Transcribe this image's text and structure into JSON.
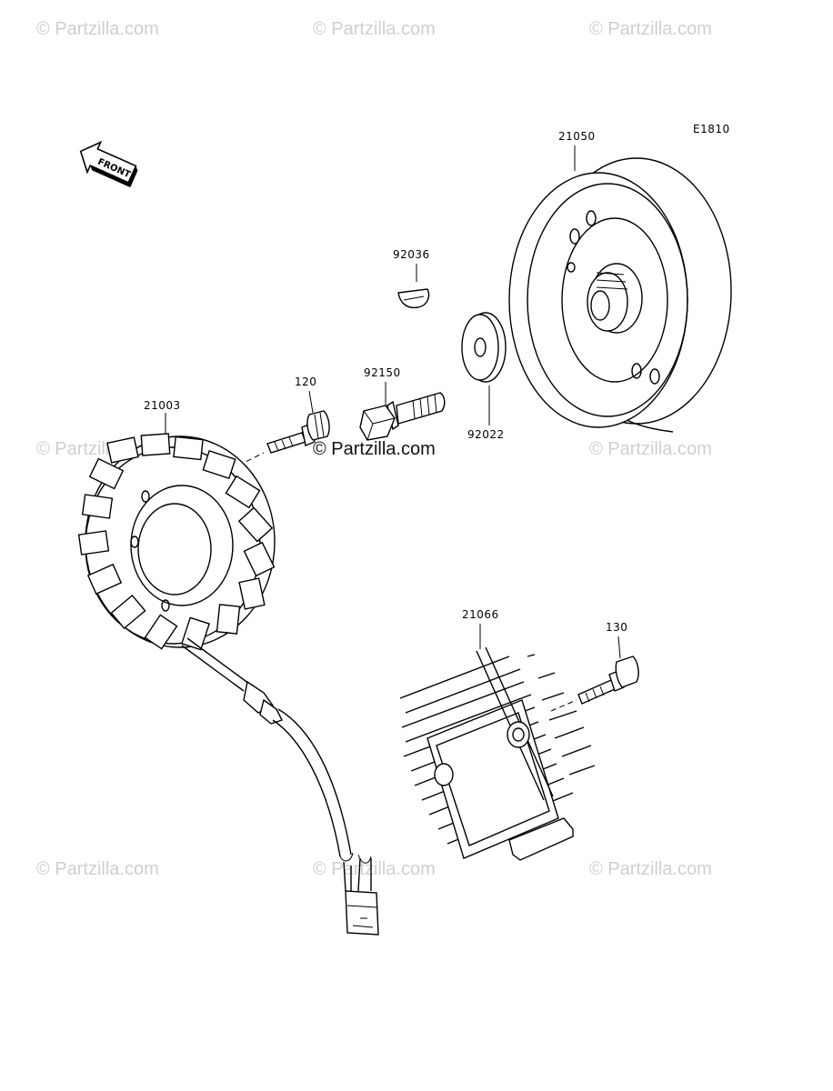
{
  "watermark": {
    "text": "© Partzilla.com",
    "center_text": "© Partzilla.com"
  },
  "diagram_code": "E1810",
  "front_arrow_label": "FRONT",
  "parts": {
    "flywheel": "21050",
    "key": "92036",
    "washer": "92022",
    "flywheel_bolt": "92150",
    "stator_bolt": "120",
    "stator": "21003",
    "regulator": "21066",
    "regulator_bolt": "130"
  },
  "icons": [
    "front-arrow-icon"
  ],
  "colors": {
    "line": "#000000",
    "watermark": "#cfcfcf",
    "background": "#ffffff"
  }
}
